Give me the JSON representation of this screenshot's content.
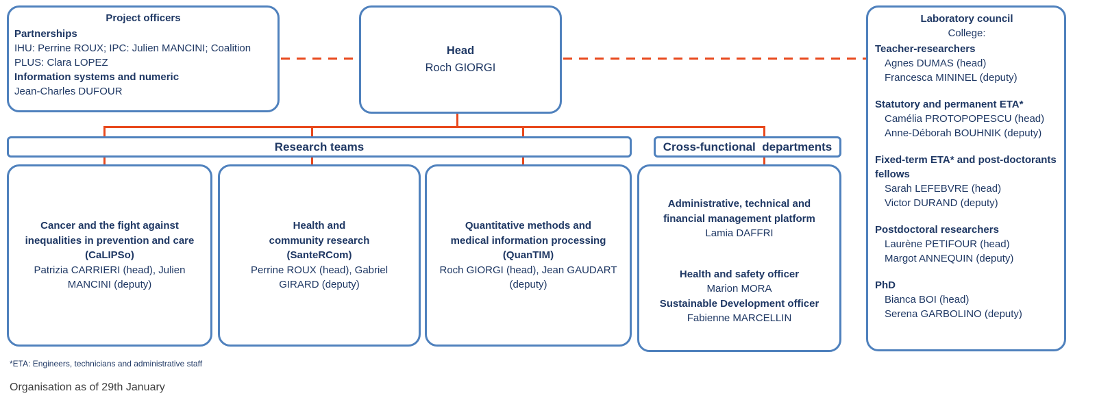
{
  "colors": {
    "box_border_blue": "#4f81bd",
    "connector_orange": "#e8491d",
    "text_navy": "#1f3864",
    "footer_gray": "#3f3f3f"
  },
  "project_officers": {
    "title": "Project officers",
    "partnerships_label": "Partnerships",
    "partnerships_value": "IHU: Perrine ROUX; IPC: Julien MANCINI; Coalition PLUS: Clara LOPEZ",
    "info_label": "Information systems and numeric",
    "info_value": "Jean-Charles DUFOUR"
  },
  "head": {
    "title": "Head",
    "name": "Roch GIORGI"
  },
  "laboratory_council": {
    "title": "Laboratory council",
    "subtitle": "College:",
    "groups": [
      {
        "label": "Teacher-researchers",
        "members": [
          "Agnes DUMAS (head)",
          "Francesca MININEL (deputy)"
        ]
      },
      {
        "label": "Statutory and permanent ETA*",
        "members": [
          "Camélia PROTOPOPESCU (head)",
          "Anne-Déborah BOUHNIK (deputy)"
        ]
      },
      {
        "label": "Fixed-term ETA* and post-doctorants fellows",
        "members": [
          "Sarah LEFEBVRE (head)",
          "Victor DURAND (deputy)"
        ]
      },
      {
        "label": "Postdoctoral researchers",
        "members": [
          "Laurène PETIFOUR (head)",
          "Margot ANNEQUIN (deputy)"
        ]
      },
      {
        "label": "PhD",
        "members": [
          "Bianca BOI (head)",
          "Serena GARBOLINO (deputy)"
        ]
      }
    ]
  },
  "research_teams_bar": {
    "label": "Research teams"
  },
  "cross_functional_bar": {
    "label": "Cross-functional  departments"
  },
  "teams": [
    {
      "title": "Cancer and the fight against\ninequalities in prevention and care\n(CaLIPSo)",
      "leaders": "Patrizia CARRIERI (head), Julien\nMANCINI (deputy)"
    },
    {
      "title": "Health and\ncommunity research\n(SanteRCom)",
      "leaders": "Perrine ROUX (head), Gabriel\nGIRARD (deputy)"
    },
    {
      "title": "Quantitative methods and\nmedical information processing\n(QuanTIM)",
      "leaders": "Roch GIORGI (head), Jean GAUDART\n(deputy)"
    }
  ],
  "cross_functional_box": {
    "sections": [
      {
        "label": "Administrative, technical and\nfinancial management platform",
        "name": "Lamia DAFFRI"
      },
      {
        "label": "Health and safety officer",
        "name": "Marion MORA"
      },
      {
        "label": "Sustainable Development officer",
        "name": "Fabienne MARCELLIN"
      }
    ]
  },
  "footer": {
    "eta_note": "*ETA:  Engineers, technicians and administrative staff",
    "org_note": "Organisation as of 29th January"
  }
}
